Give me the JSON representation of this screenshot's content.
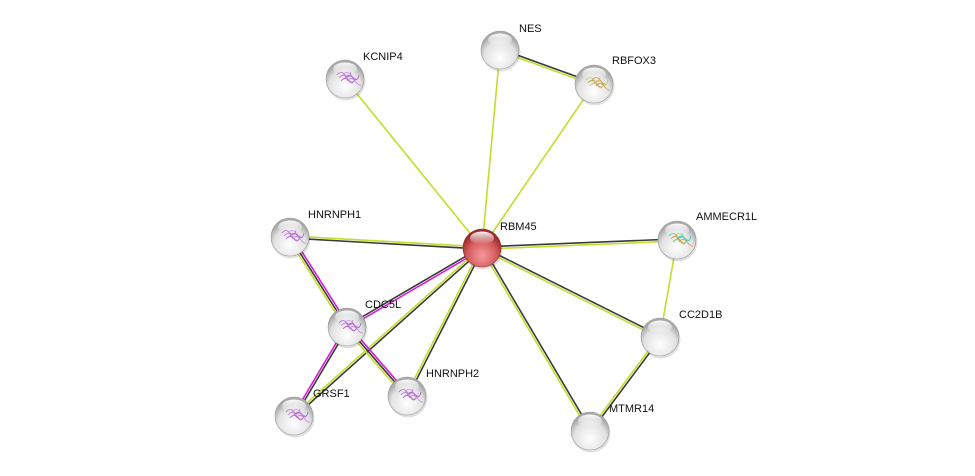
{
  "network": {
    "colors": {
      "textmining": "#c6dc2a",
      "coexpression": "#3a3a3a",
      "experiments": "#d61cd6",
      "query_node": "#d9585a",
      "node": "#e4e4e4"
    },
    "nodes": [
      {
        "id": "RBM45",
        "label": "RBM45",
        "query": true
      },
      {
        "id": "NES",
        "label": "NES"
      },
      {
        "id": "RBFOX3",
        "label": "RBFOX3",
        "structure": true
      },
      {
        "id": "KCNIP4",
        "label": "KCNIP4",
        "structure": true
      },
      {
        "id": "HNRNPH1",
        "label": "HNRNPH1",
        "structure": true
      },
      {
        "id": "AMMECR1L",
        "label": "AMMECR1L",
        "structure": true
      },
      {
        "id": "CDC5L",
        "label": "CDC5L",
        "structure": true
      },
      {
        "id": "CC2D1B",
        "label": "CC2D1B"
      },
      {
        "id": "HNRNPH2",
        "label": "HNRNPH2",
        "structure": true
      },
      {
        "id": "GRSF1",
        "label": "GRSF1",
        "structure": true
      },
      {
        "id": "MTMR14",
        "label": "MTMR14"
      }
    ],
    "edges": [
      {
        "a": "RBM45",
        "b": "NES",
        "types": [
          "textmining"
        ]
      },
      {
        "a": "RBM45",
        "b": "RBFOX3",
        "types": [
          "textmining"
        ]
      },
      {
        "a": "RBM45",
        "b": "KCNIP4",
        "types": [
          "textmining"
        ]
      },
      {
        "a": "NES",
        "b": "RBFOX3",
        "types": [
          "coexpression",
          "textmining"
        ]
      },
      {
        "a": "RBM45",
        "b": "HNRNPH1",
        "types": [
          "coexpression",
          "textmining"
        ]
      },
      {
        "a": "RBM45",
        "b": "AMMECR1L",
        "types": [
          "coexpression",
          "textmining"
        ]
      },
      {
        "a": "RBM45",
        "b": "CDC5L",
        "types": [
          "experiments",
          "coexpression"
        ]
      },
      {
        "a": "RBM45",
        "b": "HNRNPH2",
        "types": [
          "coexpression",
          "textmining"
        ]
      },
      {
        "a": "RBM45",
        "b": "GRSF1",
        "types": [
          "coexpression",
          "textmining"
        ]
      },
      {
        "a": "RBM45",
        "b": "CC2D1B",
        "types": [
          "coexpression",
          "textmining"
        ]
      },
      {
        "a": "RBM45",
        "b": "MTMR14",
        "types": [
          "coexpression",
          "textmining"
        ]
      },
      {
        "a": "AMMECR1L",
        "b": "CC2D1B",
        "types": [
          "textmining"
        ]
      },
      {
        "a": "CC2D1B",
        "b": "MTMR14",
        "types": [
          "coexpression",
          "textmining"
        ]
      },
      {
        "a": "HNRNPH1",
        "b": "CDC5L",
        "types": [
          "experiments",
          "coexpression",
          "textmining"
        ]
      },
      {
        "a": "CDC5L",
        "b": "HNRNPH2",
        "types": [
          "experiments",
          "coexpression",
          "textmining"
        ]
      },
      {
        "a": "CDC5L",
        "b": "GRSF1",
        "types": [
          "coexpression",
          "experiments"
        ]
      }
    ]
  }
}
